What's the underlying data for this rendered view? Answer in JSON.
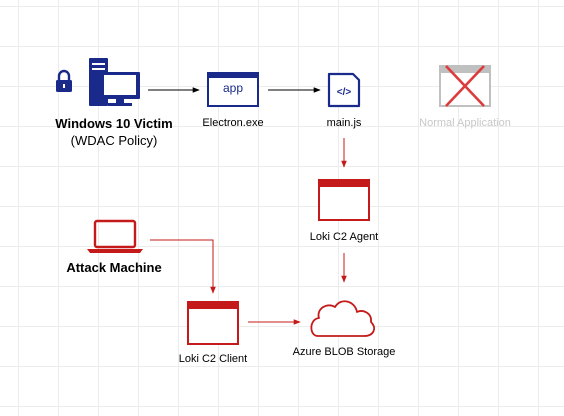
{
  "colors": {
    "navy": "#1a2a8a",
    "red": "#c41a1a",
    "gray": "#c0c0c0",
    "light_gray": "#e6e6e6",
    "text": "#000000",
    "muted_text": "#c8c8c8"
  },
  "nodes": {
    "victim": {
      "title": "Windows 10 Victim",
      "subtitle": "(WDAC Policy)",
      "icons": [
        "lock-icon",
        "desktop-computer-icon"
      ]
    },
    "electron": {
      "label": "Electron.exe",
      "icon_text": "app",
      "icon": "application-window-icon"
    },
    "mainjs": {
      "label": "main.js",
      "icon_text": "</>",
      "icon": "code-file-icon"
    },
    "normal_app": {
      "label": "Normal Application",
      "icon": "blocked-window-icon"
    },
    "agent": {
      "label": "Loki C2 Agent",
      "icon": "window-icon"
    },
    "attacker": {
      "label": "Attack Machine",
      "icon": "laptop-icon"
    },
    "client": {
      "label": "Loki C2 Client",
      "icon": "window-icon"
    },
    "storage": {
      "label": "Azure BLOB Storage",
      "icon": "cloud-icon"
    }
  }
}
